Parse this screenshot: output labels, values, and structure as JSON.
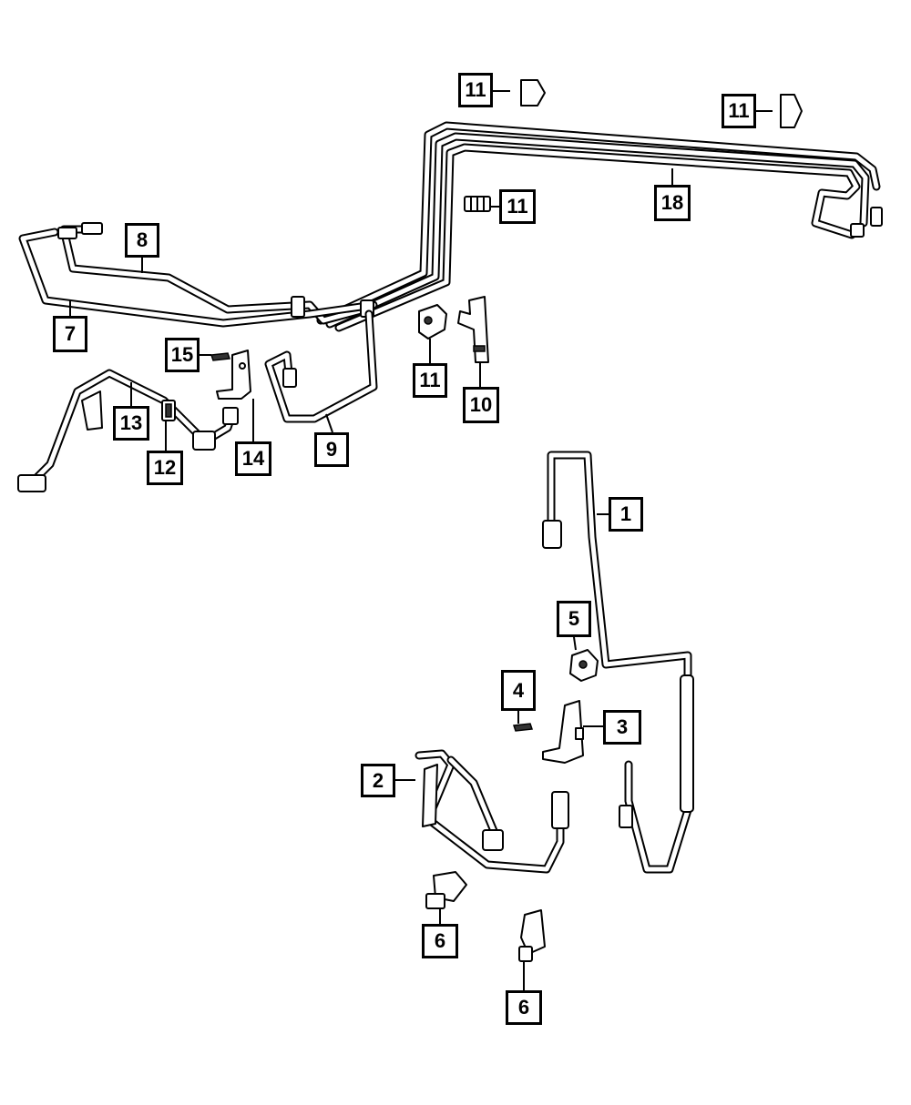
{
  "callouts": {
    "c1": "1",
    "c2": "2",
    "c3": "3",
    "c4": "4",
    "c5": "5",
    "c6a": "6",
    "c6b": "6",
    "c7": "7",
    "c8": "8",
    "c9": "9",
    "c10": "10",
    "c11a": "11",
    "c11b": "11",
    "c11c": "11",
    "c11d": "11",
    "c12": "12",
    "c13": "13",
    "c14": "14",
    "c15": "15",
    "c18": "18"
  }
}
